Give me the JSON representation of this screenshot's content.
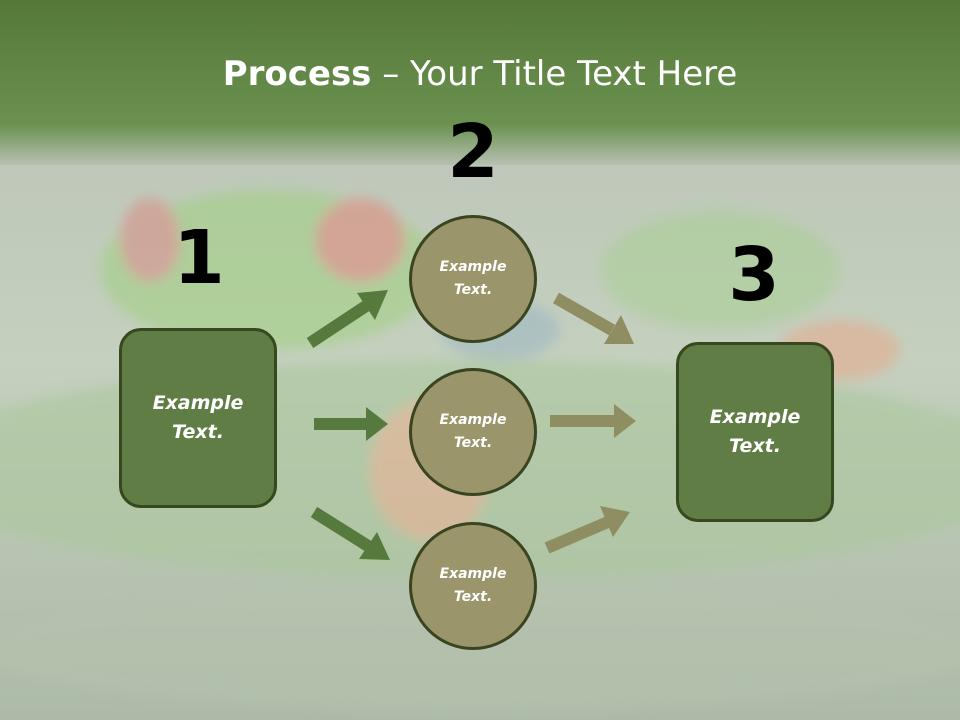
{
  "title": {
    "bold": "Process",
    "rest": " – Your Title Text Here"
  },
  "steps": {
    "one": "1",
    "two": "2",
    "three": "3"
  },
  "left_box": {
    "line1": "Example",
    "line2": "Text."
  },
  "right_box": {
    "line1": "Example",
    "line2": "Text."
  },
  "circles": [
    {
      "line1": "Example",
      "line2": "Text."
    },
    {
      "line1": "Example",
      "line2": "Text."
    },
    {
      "line1": "Example",
      "line2": "Text."
    }
  ],
  "colors": {
    "header": "#5e8442",
    "box_fill": "#5f7d45",
    "circle_fill": "#9a956a",
    "arrow_left": "#567a3e",
    "arrow_right": "#8f8e62"
  }
}
